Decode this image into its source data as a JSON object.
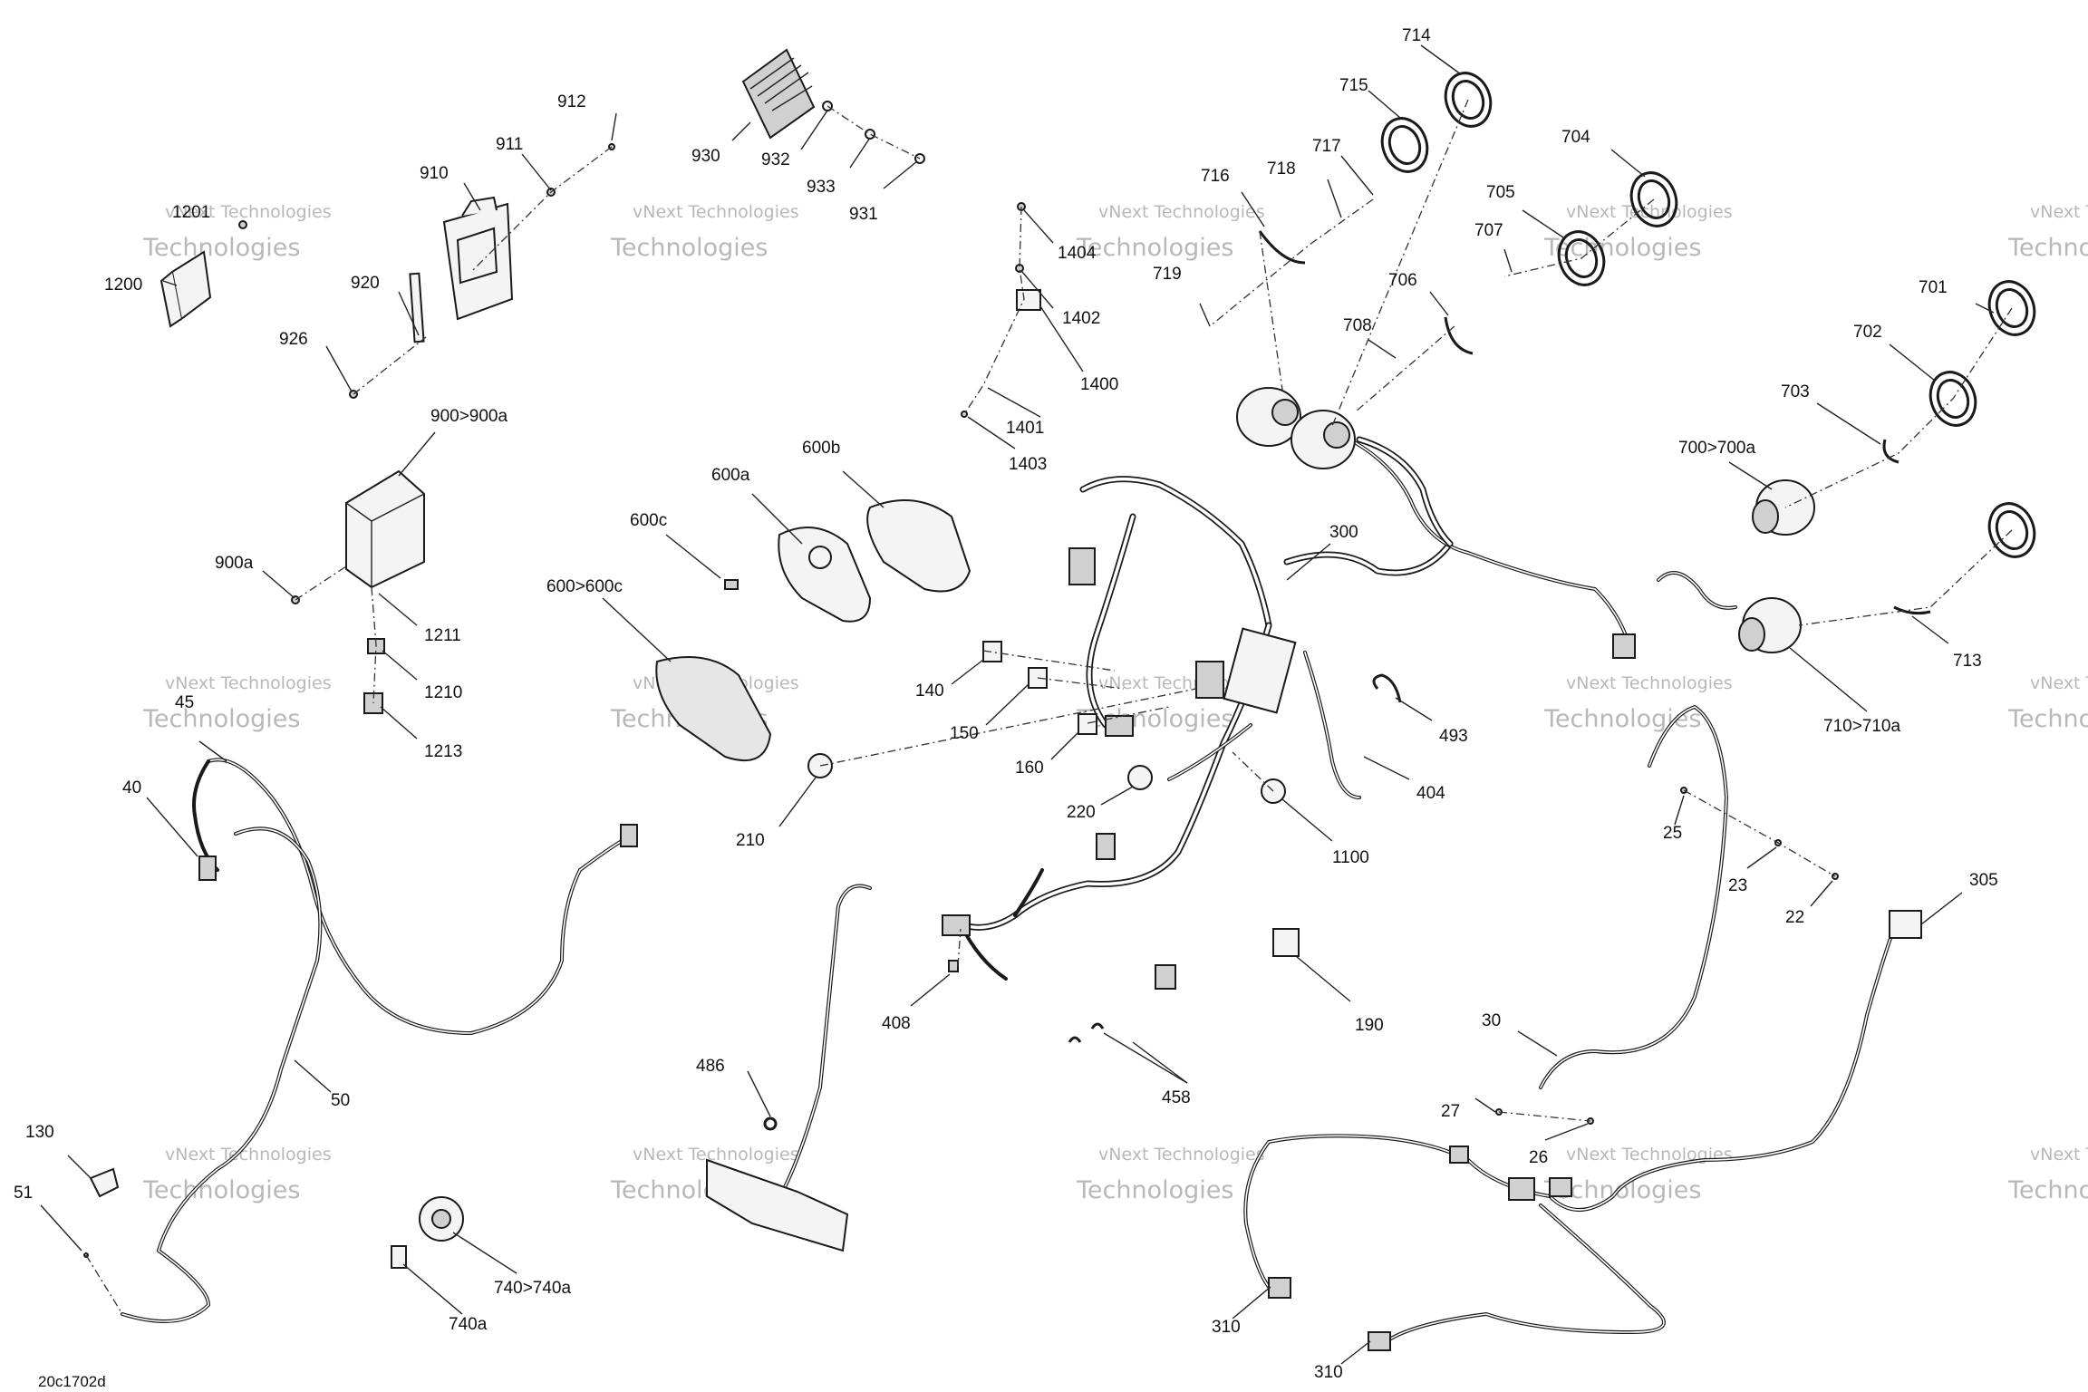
{
  "diagram": {
    "drawing_code": "20c1702d",
    "watermark_line1": "vNext Technologies",
    "watermark_line2": "Technologies",
    "callouts": [
      "1200",
      "1201",
      "910",
      "911",
      "912",
      "920",
      "926",
      "930",
      "932",
      "933",
      "931",
      "900>900a",
      "900a",
      "1211",
      "1210",
      "1213",
      "1404",
      "1402",
      "1400",
      "1401",
      "1403",
      "716",
      "718",
      "717",
      "719",
      "715",
      "714",
      "705",
      "704",
      "707",
      "706",
      "708",
      "600a",
      "600b",
      "600c",
      "600>600c",
      "300",
      "701",
      "702",
      "703",
      "700>700a",
      "713",
      "710>710a",
      "493",
      "404",
      "140",
      "150",
      "160",
      "210",
      "220",
      "1100",
      "45",
      "40",
      "50",
      "130",
      "51",
      "740>740a",
      "740a",
      "486",
      "408",
      "190",
      "458",
      "25",
      "23",
      "22",
      "305",
      "30",
      "27",
      "26",
      "310",
      "310"
    ]
  }
}
